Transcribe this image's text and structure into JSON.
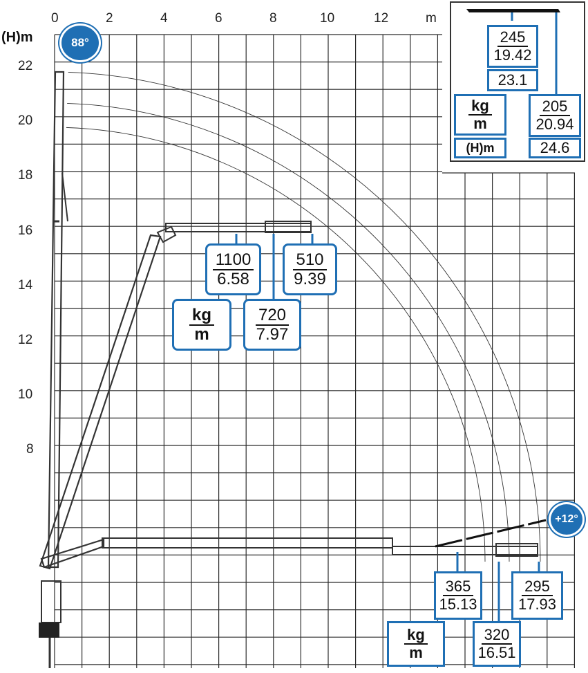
{
  "axes": {
    "y_title": "(H)m",
    "x_unit": "m",
    "x_ticks": [
      "0",
      "2",
      "4",
      "6",
      "8",
      "10",
      "12"
    ],
    "y_ticks": [
      "22",
      "20",
      "18",
      "16",
      "14",
      "12",
      "10",
      "8"
    ]
  },
  "badges": {
    "angle_max": "88°",
    "angle_min": "+12°"
  },
  "upper_boxes": {
    "kg_label": {
      "top": "kg",
      "bottom": "m"
    },
    "b1": {
      "top": "1100",
      "bottom": "6.58"
    },
    "b2": {
      "top": "720",
      "bottom": "7.97"
    },
    "b3": {
      "top": "510",
      "bottom": "9.39"
    }
  },
  "lower_boxes": {
    "kg_label": {
      "top": "kg",
      "bottom": "m"
    },
    "b1": {
      "top": "365",
      "bottom": "15.13"
    },
    "b2": {
      "top": "320",
      "bottom": "16.51"
    },
    "b3": {
      "top": "295",
      "bottom": "17.93"
    }
  },
  "inset": {
    "b1": {
      "top": "245",
      "bottom": "19.42"
    },
    "b1_height": "23.1",
    "kg_label": {
      "top": "kg",
      "bottom": "m"
    },
    "height_label": "(H)m",
    "b2": {
      "top": "205",
      "bottom": "20.94"
    },
    "b2_height": "24.6"
  },
  "colors": {
    "accent": "#1f6fb4",
    "grid": "#2b2b2b",
    "crane": "#333333"
  }
}
